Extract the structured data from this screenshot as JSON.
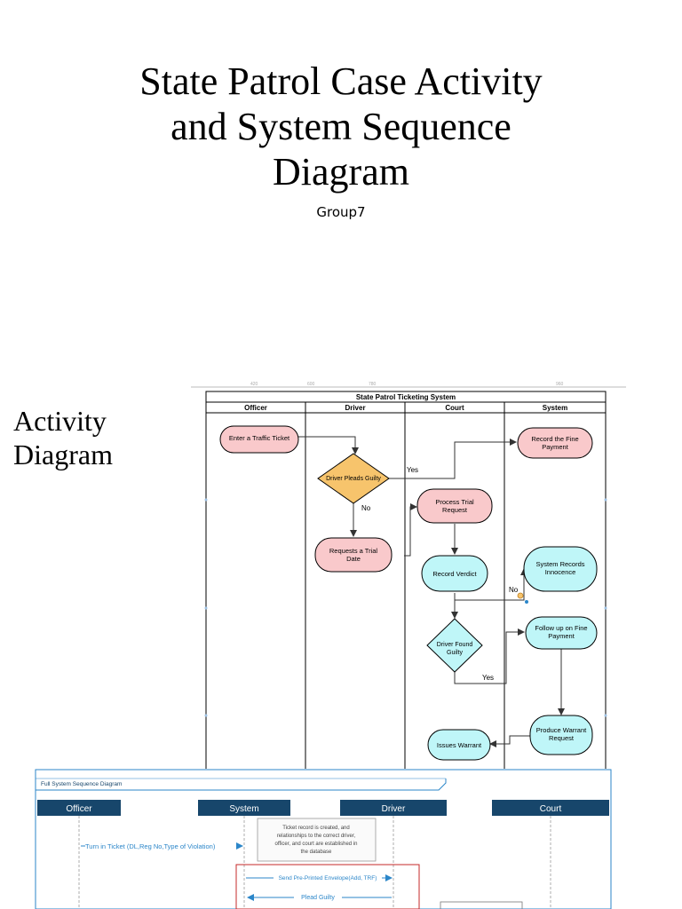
{
  "slide": {
    "title_line1": "State Patrol Case Activity",
    "title_line2": "and System Sequence",
    "title_line3": "Diagram",
    "subtitle": "Group7",
    "section_label_line1": "Activity",
    "section_label_line2": "Diagram"
  },
  "activity": {
    "title": "State Patrol Ticketing System",
    "ruler": [
      "420",
      "600",
      "780",
      "960"
    ],
    "lanes": [
      "Officer",
      "Driver",
      "Court",
      "System"
    ],
    "nodes": {
      "enter_ticket": "Enter a Traffic Ticket",
      "pleads_guilty": "Driver Pleads Guilty",
      "request_trial": [
        "Requests a Trial",
        "Date"
      ],
      "process_trial": [
        "Process Trial",
        "Request"
      ],
      "record_verdict": "Record Verdict",
      "found_guilty": [
        "Driver Found",
        "Guilty"
      ],
      "issues_warrant": "Issues Warrant",
      "record_payment": [
        "Record the Fine",
        "Payment"
      ],
      "records_innocence": [
        "System Records",
        "Innocence"
      ],
      "follow_up": [
        "Follow up on Fine",
        "Payment"
      ],
      "produce_warrant": [
        "Produce Warrant",
        "Request"
      ]
    },
    "edge_labels": {
      "yes_top": "Yes",
      "no_top": "No",
      "no_mid": "No",
      "yes_bottom": "Yes"
    }
  },
  "sequence": {
    "title": "Full System Sequence Diagram",
    "lifelines": [
      "Officer",
      "System",
      "Driver",
      "Court"
    ],
    "note": [
      "Ticket record is created, and",
      "relationships to the correct driver,",
      "officer, and court are established in",
      "the database"
    ],
    "messages": {
      "turn_in": "Turn in Ticket (DL,Reg No,Type  of Violation)",
      "send_envelope": "Send Pre-Printed Envelope(Add, TRF)",
      "plead_guilty": "Plead Guilty"
    }
  },
  "colors": {
    "pink": "#f9c9cb",
    "orange": "#f7c46c",
    "cyan": "#bff6f8",
    "navy": "#17466b",
    "seq_blue": "#2b86c9",
    "alt_red": "#c62828"
  }
}
